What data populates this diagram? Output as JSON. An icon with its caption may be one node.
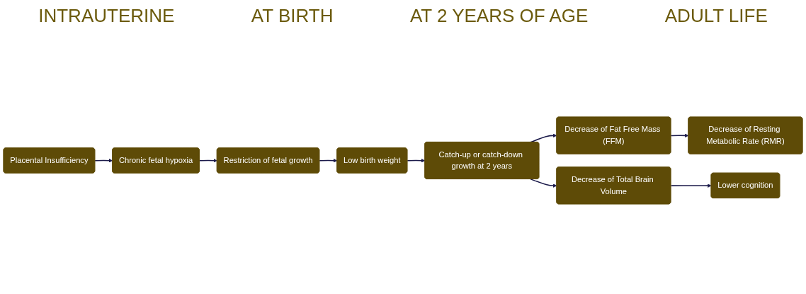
{
  "diagram": {
    "nodes": [
      {
        "text": [
          "Placental Insufficiency"
        ]
      },
      {
        "text": [
          "Chronic fetal hypoxia"
        ]
      },
      {
        "text": [
          "Restriction of fetal growth"
        ]
      },
      {
        "text": [
          "Low birth weight"
        ]
      },
      {
        "text": [
          "Catch-up or catch-down growth at 2 years"
        ]
      },
      {
        "text": [
          "Decrease of Resting Metabolic Rate (RMR)"
        ]
      },
      {
        "text": [
          "Decrease of Fat Free Mass (FFM)"
        ]
      },
      {
        "text": [
          "Decrease of Total Brain Volume"
        ]
      },
      {
        "text": [
          "Lower cognition"
        ]
      }
    ],
    "edges": [
      {
        "from": 0,
        "to": 1,
        "arrow": "to"
      },
      {
        "from": 1,
        "to": 2,
        "arrow": "to"
      },
      {
        "from": 2,
        "to": 3,
        "arrow": "to"
      },
      {
        "from": 3,
        "to": 4,
        "arrow": "to"
      },
      {
        "from": 4,
        "to": 6,
        "arrow": "to"
      },
      {
        "from": 4,
        "to": 7,
        "arrow": "to"
      },
      {
        "from": 6,
        "to": 5,
        "arrow": "to"
      },
      {
        "from": 7,
        "to": 8,
        "arrow": "to"
      }
    ],
    "labels": [
      "INTRAUTERINE",
      "AT BIRTH",
      "AT 2 YEARS OF AGE",
      "ADULT LIFE"
    ]
  }
}
